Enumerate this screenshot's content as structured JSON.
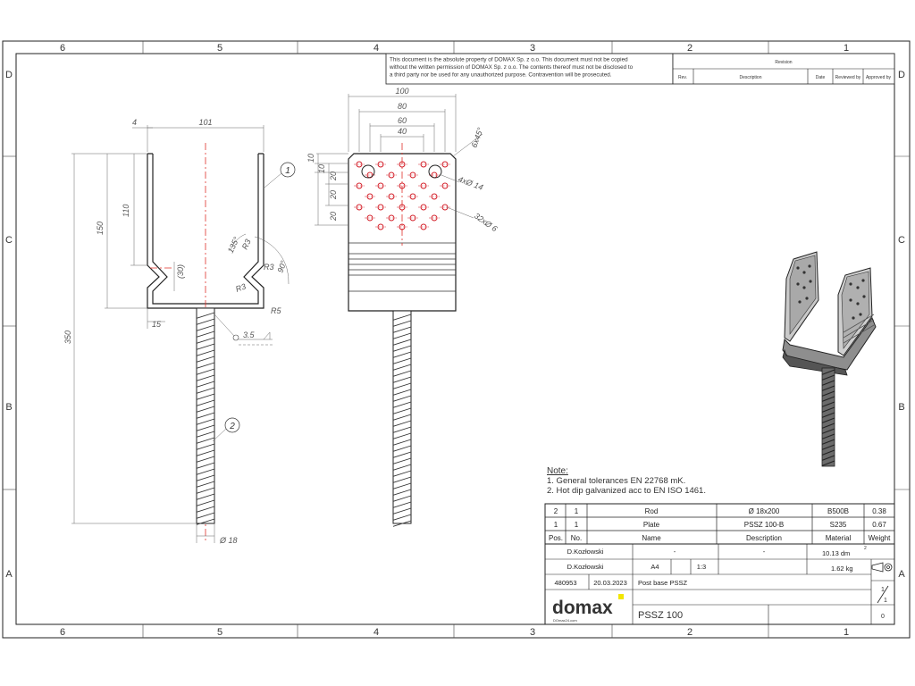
{
  "frame": {
    "col_labels": [
      "6",
      "5",
      "4",
      "3",
      "2",
      "1"
    ],
    "row_labels": [
      "D",
      "C",
      "B",
      "A"
    ]
  },
  "copyright": {
    "lines": [
      "This document is the absolute property of DOMAX Sp. z o.o. This document must not be copied",
      "without the written permission of DOMAX Sp. z o.o. The contents thereof must not be disclosed to",
      "a third party nor be used for any unauthorized purpose. Contravention will be prosecuted."
    ]
  },
  "revision_block": {
    "title": "Revision",
    "headers": [
      "Rev.",
      "Description",
      "Date",
      "Reviewed by",
      "Approved by"
    ]
  },
  "side_view": {
    "dims": {
      "thickness": "4",
      "width": "101",
      "height_110": "110",
      "height_150": "150",
      "total_350": "350",
      "notch_30": "(30)",
      "angle_135": "135°",
      "r3_a": "R3",
      "r3_b": "R3",
      "r3_c": "R3",
      "angle_90": "90°",
      "r5": "R5",
      "bottom_15": "15",
      "rod_dia": "Ø 18",
      "weld": "3.5"
    },
    "balloons": [
      "1",
      "2"
    ]
  },
  "front_view": {
    "dims": {
      "w100": "100",
      "w80": "80",
      "w60": "60",
      "w40": "40",
      "chamfer": "6x45°",
      "h10": "10",
      "h10b": "10",
      "h20a": "20",
      "h20b": "20",
      "h20c": "20",
      "holes_large": "4xØ 14",
      "holes_small": "32xØ 6"
    }
  },
  "notes": {
    "title": "Note:",
    "items": [
      "1.   General tolerances EN 22768 mK.",
      "2.   Hot dip galvanized acc to EN ISO 1461."
    ]
  },
  "parts_table": {
    "headers": [
      "Pos.",
      "No.",
      "Name",
      "Description",
      "Material",
      "Weight"
    ],
    "rows": [
      [
        "2",
        "1",
        "Rod",
        "Ø 18x200",
        "B500B",
        "0.38"
      ],
      [
        "1",
        "1",
        "Plate",
        "PSSZ 100-B",
        "S235",
        "0.67"
      ]
    ]
  },
  "title_block": {
    "designer": "D.Kozłowski",
    "checker": "D.Kozłowski",
    "dash1": "-",
    "dash2": "-",
    "paper": "A4",
    "scale": "1:3",
    "area": "10.13 dm",
    "area_sup": "2",
    "mass": "1.62 kg",
    "drawing_no": "480953",
    "date": "20.03.2023",
    "title": "Post base PSSZ",
    "part_name": "PSSZ 100",
    "sheet_num": "1",
    "sheet_total": "1",
    "rev": "0",
    "logo": "domax",
    "logo_tagline": "DOmax24.com"
  },
  "colors": {
    "line": "#222222",
    "center_line": "#e0302a",
    "hole": "#d4202a",
    "logo_accent": "#f2e600"
  }
}
